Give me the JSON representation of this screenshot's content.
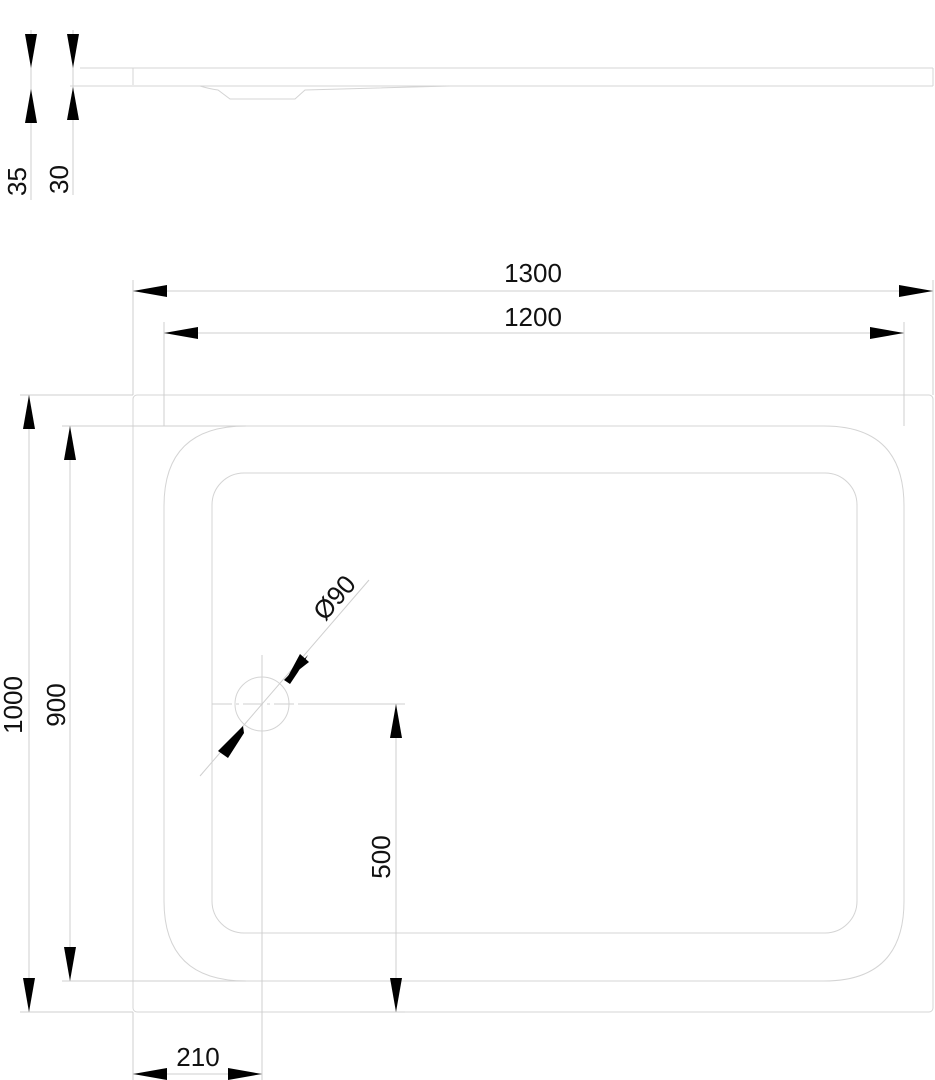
{
  "side_view": {
    "dimensions": {
      "total_height": "35",
      "rim_height": "30"
    }
  },
  "plan_view": {
    "dimensions": {
      "outer_width": "1300",
      "inner_width": "1200",
      "outer_depth": "1000",
      "inner_depth": "900",
      "drain_diameter": "Ø90",
      "drain_offset_y": "500",
      "drain_offset_x": "210"
    }
  }
}
